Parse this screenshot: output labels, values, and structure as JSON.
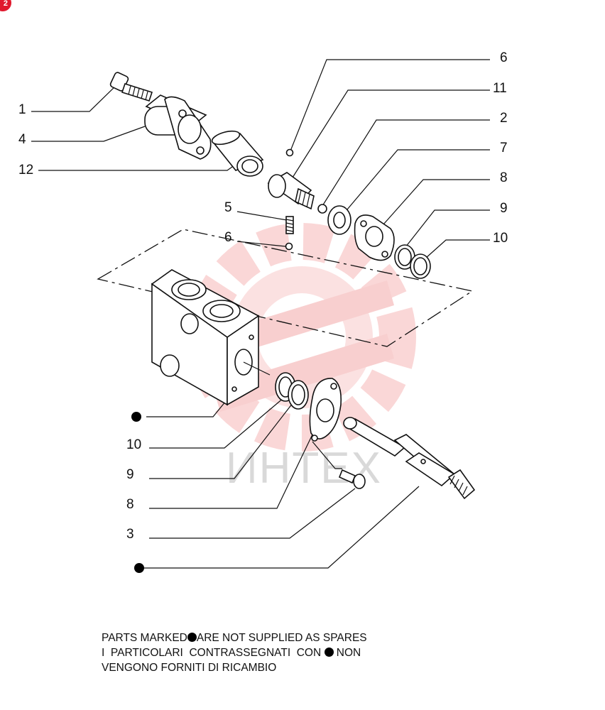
{
  "badge": {
    "text": "2"
  },
  "watermark": {
    "text": "ИНТЕХ"
  },
  "callouts": {
    "c6a": "6",
    "c11": "11",
    "c2": "2",
    "c7": "7",
    "c8a": "8",
    "c9a": "9",
    "c10a": "10",
    "c1": "1",
    "c4": "4",
    "c12": "12",
    "c5": "5",
    "c6b": "6",
    "c10b": "10",
    "c9b": "9",
    "c8b": "8",
    "c3": "3"
  },
  "note": {
    "line1_before": "PARTS MARKED",
    "line1_after": "ARE NOT SUPPLIED AS SPARES",
    "line2_before": "I  PARTICOLARI  CONTRASSEGNATI  CON ",
    "line2_after": " NON",
    "line3": "VENGONO FORNITI DI RICAMBIO"
  }
}
